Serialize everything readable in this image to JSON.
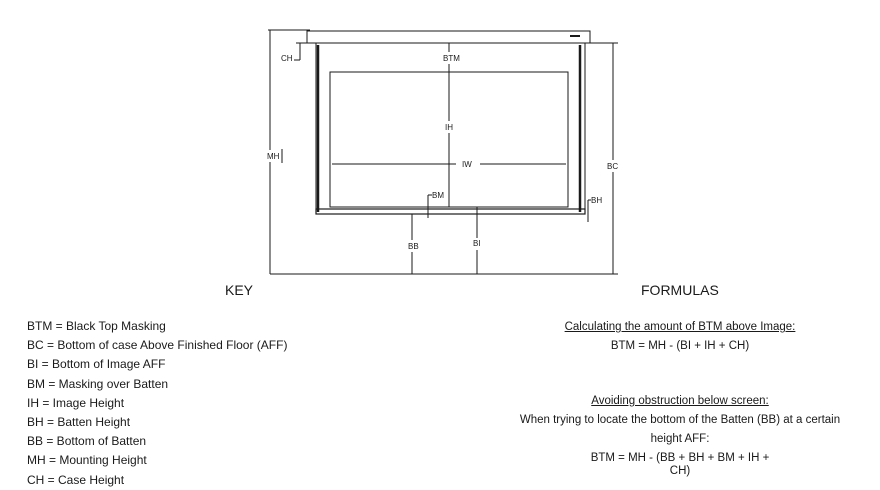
{
  "diagram": {
    "labels": {
      "ch": "CH",
      "btm": "BTM",
      "ih": "IH",
      "mh": "MH",
      "iw": "IW",
      "bc": "BC",
      "bm": "BM",
      "bh": "BH",
      "bb": "BB",
      "bi": "BI"
    }
  },
  "key": {
    "title": "KEY",
    "items": [
      "BTM = Black Top Masking",
      "BC = Bottom of case Above Finished Floor (AFF)",
      "BI = Bottom of Image AFF",
      "BM = Masking over Batten",
      "IH = Image Height",
      "BH = Batten Height",
      "BB = Bottom of Batten",
      "MH = Mounting Height",
      "CH = Case Height"
    ]
  },
  "formulas": {
    "title": "FORMULAS",
    "section1": {
      "title": "Calculating the amount of BTM above Image:",
      "formula": "BTM = MH - (BI + IH + CH)"
    },
    "section2": {
      "title": "Avoiding obstruction below screen:",
      "desc_line1": "When trying to locate the bottom of the Batten (BB) at a certain",
      "desc_line2": "height AFF:",
      "formula_line1": "BTM = MH - (BB + BH + BM + IH +",
      "formula_line2": "CH)"
    }
  }
}
